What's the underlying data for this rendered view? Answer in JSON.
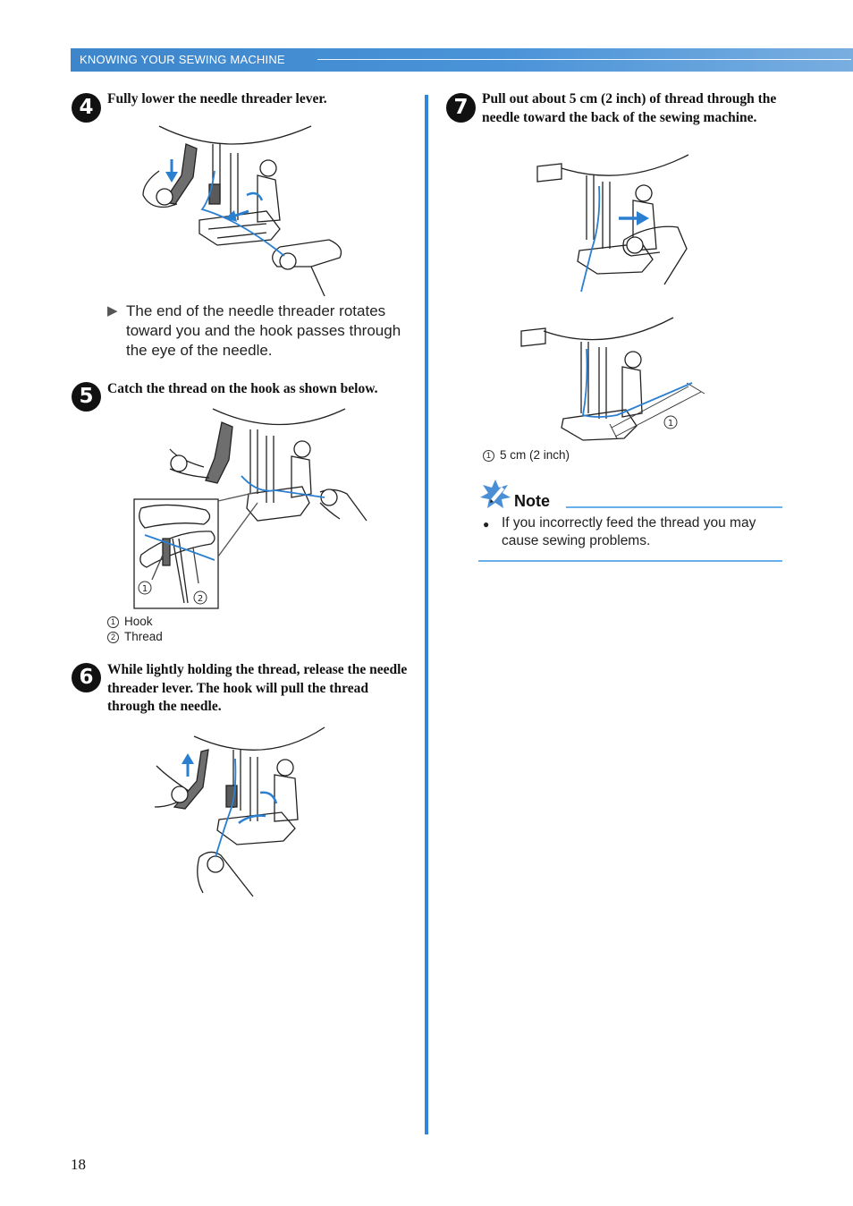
{
  "header": {
    "section_title": "KNOWING YOUR SEWING MACHINE"
  },
  "steps": [
    {
      "number": "4",
      "title": "Fully lower the needle threader lever.",
      "result": "The end of the needle threader rotates toward you and the hook passes through the eye of the needle."
    },
    {
      "number": "5",
      "title": "Catch the thread on the hook as shown below.",
      "labels": [
        {
          "num": "1",
          "text": "Hook"
        },
        {
          "num": "2",
          "text": "Thread"
        }
      ]
    },
    {
      "number": "6",
      "title": "While lightly holding the thread, release the needle threader lever. The hook will pull the thread through the needle."
    },
    {
      "number": "7",
      "title": "Pull out about 5 cm (2 inch) of thread through the needle toward the back of the sewing machine.",
      "labels": [
        {
          "num": "1",
          "text": "5 cm (2 inch)"
        }
      ]
    }
  ],
  "note": {
    "title": "Note",
    "items": [
      "If you incorrectly feed the thread you may cause sewing problems."
    ]
  },
  "page_number": "18",
  "colors": {
    "accent_blue": "#2f86dc",
    "thread_blue": "#2a7fd0",
    "header_blue": "#3d86cc"
  }
}
